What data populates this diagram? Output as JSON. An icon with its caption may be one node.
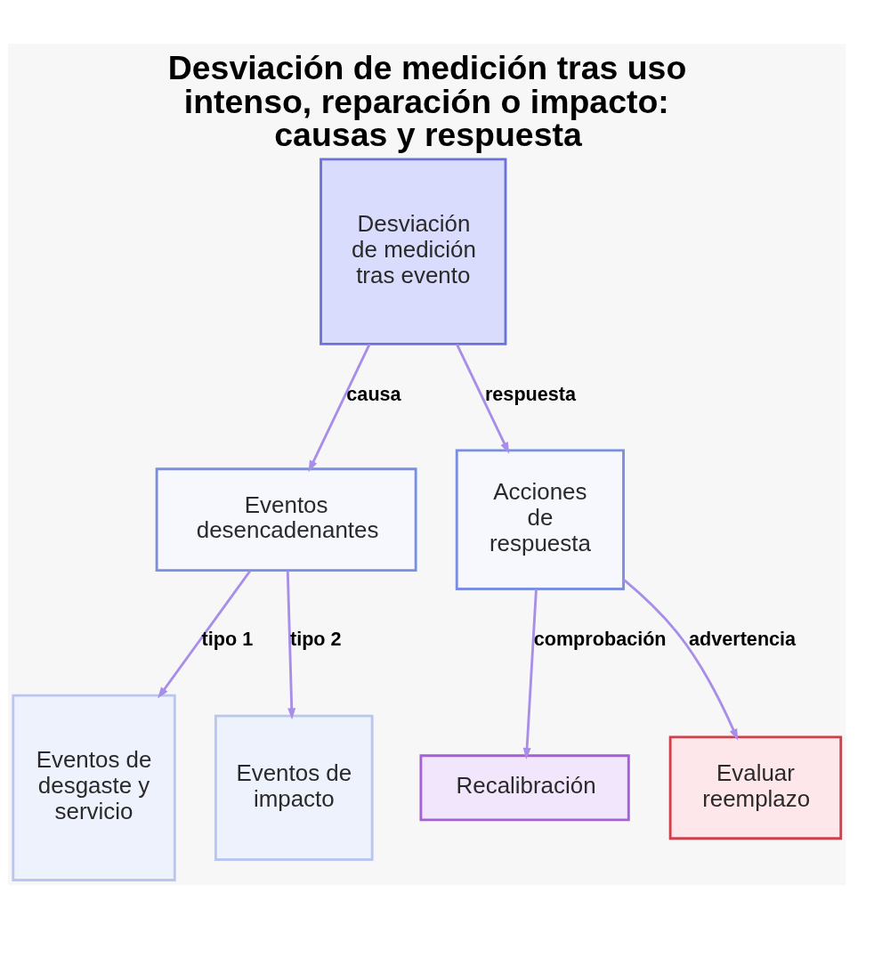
{
  "diagram": {
    "title": "Desviación de medición tras uso intenso, reparación o impacto: causas y respuesta",
    "nodes": [
      {
        "text": [
          "Desviación de medición tras evento"
        ]
      },
      {
        "text": [
          "Eventos desencadenantes"
        ]
      },
      {
        "text": [
          "Acciones de respuesta"
        ]
      },
      {
        "text": [
          "Eventos de desgaste y servicio"
        ]
      },
      {
        "text": [
          "Eventos de impacto"
        ]
      },
      {
        "text": [
          "Recalibración"
        ]
      },
      {
        "text": [
          "Evaluar reemplazo"
        ]
      }
    ],
    "edges": [
      {
        "from": 0,
        "to": 1,
        "arrow": "to",
        "label": "causa"
      },
      {
        "from": 0,
        "to": 2,
        "arrow": "to",
        "label": "respuesta"
      },
      {
        "from": 1,
        "to": 3,
        "arrow": "to",
        "label": "tipo 1"
      },
      {
        "from": 1,
        "to": 4,
        "arrow": "to",
        "label": "tipo 2"
      },
      {
        "from": 2,
        "to": 5,
        "arrow": "to",
        "label": "comprobación"
      },
      {
        "from": 2,
        "to": 6,
        "arrow": "to",
        "label": "advertencia"
      }
    ]
  }
}
